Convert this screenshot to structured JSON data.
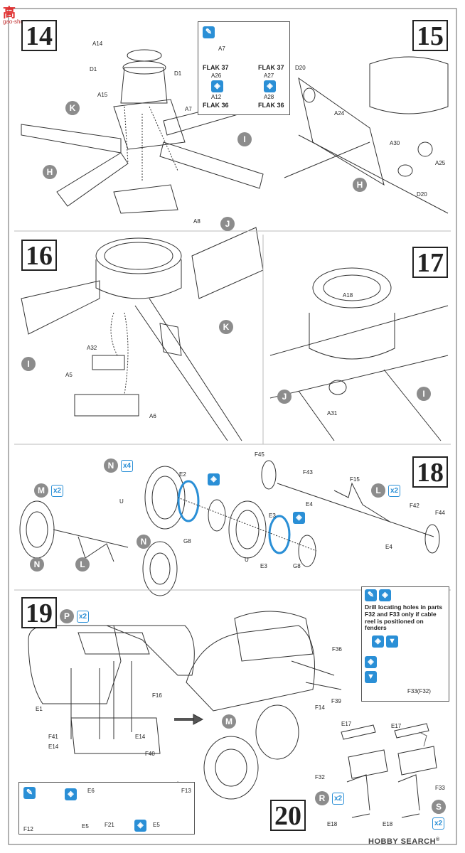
{
  "watermark": {
    "logo": "高",
    "logo_sub": "gao-shop.com"
  },
  "steps": {
    "s14": "14",
    "s15": "15",
    "s16": "16",
    "s17": "17",
    "s18": "18",
    "s19": "19",
    "s20": "20"
  },
  "step14": {
    "parts": [
      "A14",
      "D1",
      "D1",
      "A15",
      "A7",
      "A8"
    ],
    "callouts": [
      "K",
      "H",
      "I",
      "J"
    ],
    "inset": {
      "part": "A7",
      "flak37a": "FLAK 37",
      "flak37b": "FLAK 37",
      "flak36a": "FLAK 36",
      "flak36b": "FLAK 36",
      "a26": "A26",
      "a27": "A27",
      "a12": "A12",
      "a28": "A28"
    }
  },
  "step15": {
    "parts": [
      "D20",
      "A24",
      "A30",
      "A25",
      "D20"
    ],
    "callouts": [
      "H"
    ]
  },
  "step16": {
    "parts": [
      "A32",
      "A5",
      "A6"
    ],
    "callouts": [
      "I",
      "K"
    ]
  },
  "step17": {
    "parts": [
      "A18",
      "A31"
    ],
    "callouts": [
      "J",
      "I"
    ]
  },
  "step18": {
    "parts": [
      "E2",
      "U",
      "G8",
      "E3",
      "U",
      "E3",
      "G8",
      "F45",
      "F43",
      "F15",
      "E4",
      "F42",
      "F44",
      "E4"
    ],
    "callouts": [
      "N",
      "M",
      "N",
      "L",
      "N",
      "L"
    ],
    "multipliers": [
      "x4",
      "x2",
      "x2"
    ]
  },
  "step19": {
    "parts": [
      "E1",
      "F16",
      "F41",
      "E14",
      "E14",
      "F40",
      "F36",
      "F14",
      "F39"
    ],
    "callouts": [
      "P",
      "M"
    ],
    "multipliers": [
      "x2"
    ],
    "note": "Drill locating holes in parts F32 and F33 only if cable reel is positioned on fenders",
    "note_part": "F33(F32)",
    "detail_parts": [
      "E6",
      "F13",
      "F12",
      "E5",
      "F21",
      "E5"
    ]
  },
  "step20": {
    "parts": [
      "E17",
      "E17",
      "F32",
      "F33",
      "E18",
      "E18"
    ],
    "callouts": [
      "R",
      "S"
    ],
    "multipliers": [
      "x2",
      "x2"
    ]
  },
  "footer": {
    "brand": "HOBBY SEARCH",
    "mark": "®"
  }
}
